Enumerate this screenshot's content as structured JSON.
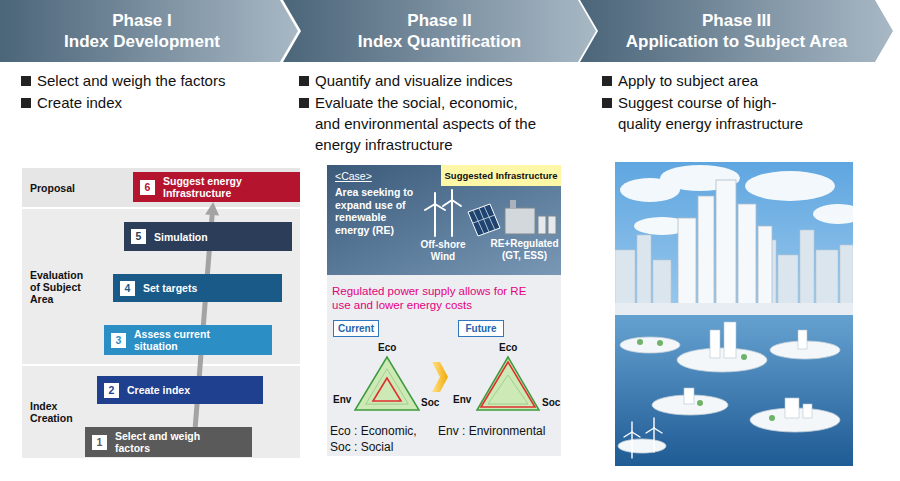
{
  "diagram": {
    "nodes": [
      {
        "text": [
          "Phase I",
          "Index Development"
        ]
      },
      {
        "text": [
          "Phase II",
          "Index Quantification"
        ]
      },
      {
        "text": [
          "Phase III",
          "Application to Subject Area"
        ]
      },
      {
        "text": [
          "Proposal"
        ]
      },
      {
        "text": [
          "6",
          "Suggest energy Infrastructure"
        ],
        "in": 3
      },
      {
        "text": [
          "Evaluation of Subject Area"
        ]
      },
      {
        "text": [
          "5",
          "Simulation"
        ],
        "in": 5
      },
      {
        "text": [
          "4",
          "Set targets"
        ],
        "in": 5
      },
      {
        "text": [
          "3",
          "Assess current situation"
        ],
        "in": 5
      },
      {
        "text": [
          "Index Creation"
        ]
      },
      {
        "text": [
          "2",
          "Create index"
        ],
        "in": 9
      },
      {
        "text": [
          "1",
          "Select and weigh factors"
        ],
        "in": 9
      },
      {
        "text": [
          "<Case>",
          "Area seeking to expand use of renewable energy (RE)"
        ]
      },
      {
        "text": [
          "Suggested Infrastructure"
        ],
        "in": 12
      },
      {
        "text": [
          "Current"
        ]
      },
      {
        "text": [
          "Future"
        ]
      }
    ],
    "edges": [
      {
        "from": 11,
        "to": 4,
        "arrow": "to"
      }
    ],
    "labels": [
      "Select and weigh the factors",
      "Create index",
      "Quantify and visualize indices",
      "Evaluate the social, economic, and environmental aspects of the energy infrastructure",
      "Apply to subject area",
      "Suggest course of high- quality energy infrastructure",
      "Off-shore Wind",
      "RE+Regulated (GT, ESS)",
      "Regulated power supply allows for RE use and lower energy costs",
      "Eco",
      "Env",
      "Soc",
      "Eco",
      "Env",
      "Soc",
      "Eco : Economic,",
      "Env : Environmental",
      "Soc : Social"
    ]
  }
}
